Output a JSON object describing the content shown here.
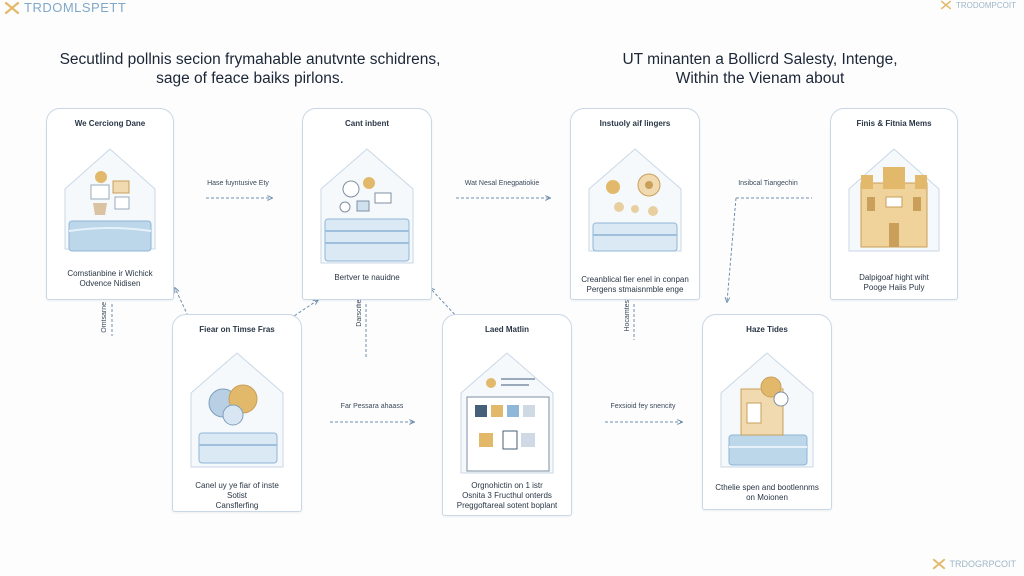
{
  "logos": {
    "top_left": "TRDOMLSPETT",
    "top_right": "TRODOMPCOIT",
    "bottom_right": "TRDOGRPCOIT"
  },
  "titles": {
    "left_line1": "Secutlind pollnis secion frymahable anutvnte schidrens,",
    "left_line2": "sage of feace baiks pirlons.",
    "right_line1": "UT minanten a Bollicrd Salesty, Intenge,",
    "right_line2": "Within the Vienam about"
  },
  "cards": {
    "c1": {
      "title": "We Cerciong Dane",
      "caption": [
        "Comstianbine ir Wichick",
        "Odvence Nidisen"
      ]
    },
    "c2": {
      "title": "Cant inbent",
      "caption": [
        "Bertver te nauidne"
      ]
    },
    "c3": {
      "title": "Instuoly aif lingers",
      "caption": [
        "Creanblical fier enel in conpan",
        "Pergens stmaisnmble enge"
      ]
    },
    "c4": {
      "title": "Finis & Fitnia Mems",
      "caption": [
        "Dalpigoaf hight wiht",
        "Pooge Haiis Puly"
      ]
    },
    "c5": {
      "title": "Fiear on Timse Fras",
      "caption": [
        "Canel uy ye fiar of inste",
        "Sotist",
        "Cansflerfing"
      ]
    },
    "c6": {
      "title": "Laed Matlin",
      "caption": [
        "Orgnohictin on 1 istr",
        "Osnita 3 Fructhul onterds",
        "Preggoftareal sotent boplant"
      ]
    },
    "c7": {
      "title": "Haze Tides",
      "caption": [
        "Cthelie spen and bootlennms",
        "on Moionen"
      ]
    }
  },
  "arrows": {
    "a12": "Hase fuyntusive Ety",
    "a23": "Wat Nesal Enegpatiokie",
    "a34": "Insibcal Tiangechin",
    "a56": "Far Pessara ahaass",
    "a67": "Fexsioid fey snencity",
    "v1": "Omtsarne",
    "v2": "Darscifies",
    "v3": "Hocamtes"
  },
  "colors": {
    "card_border": "#c9d7e6",
    "water": "#bcd6ea",
    "water_dark": "#8fb7d7",
    "accent_gold": "#e2b96a",
    "arrow": "#6f8fae",
    "text": "#1d2b3a"
  }
}
